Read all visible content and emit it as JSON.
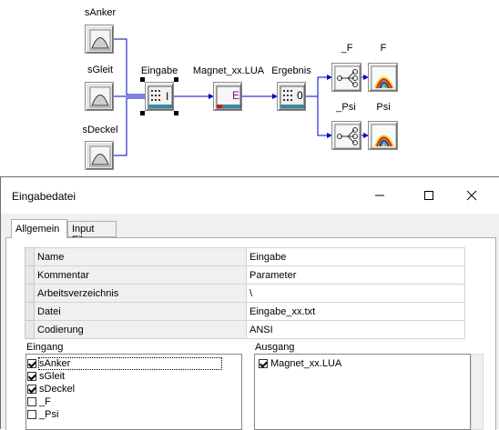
{
  "graph": {
    "nodes": {
      "s_anker": "sAnker",
      "s_gleit": "sGleit",
      "s_deckel": "sDeckel",
      "eingabe": "Eingabe",
      "eingabe_glyph": "I",
      "magnet": "Magnet_xx.LUA",
      "magnet_glyph": "E",
      "ergebnis": "Ergebnis",
      "ergebnis_glyph": "0",
      "split_f": "_F",
      "plot_f": "F",
      "split_psi": "_Psi",
      "plot_psi": "Psi"
    },
    "colors": {
      "wire": "#0000cc",
      "plot_fill": "#f0d000",
      "plot_line": "#d02020"
    }
  },
  "dialog": {
    "title": "Eingabedatei",
    "tabs": [
      {
        "label": "Allgemein"
      },
      {
        "label": "Input File"
      }
    ],
    "properties": [
      {
        "key": "Name",
        "value": "Eingabe"
      },
      {
        "key": "Kommentar",
        "value": "Parameter"
      },
      {
        "key": "Arbeitsverzeichnis",
        "value": "\\"
      },
      {
        "key": "Datei",
        "value": "Eingabe_xx.txt"
      },
      {
        "key": "Codierung",
        "value": "ANSI"
      }
    ],
    "eingang": {
      "label": "Eingang",
      "items": [
        {
          "label": "sAnker",
          "checked": true
        },
        {
          "label": "sGleit",
          "checked": true
        },
        {
          "label": "sDeckel",
          "checked": true
        },
        {
          "label": "_F",
          "checked": false
        },
        {
          "label": "_Psi",
          "checked": false
        }
      ]
    },
    "ausgang": {
      "label": "Ausgang",
      "items": [
        {
          "label": "Magnet_xx.LUA",
          "checked": true
        }
      ]
    }
  }
}
